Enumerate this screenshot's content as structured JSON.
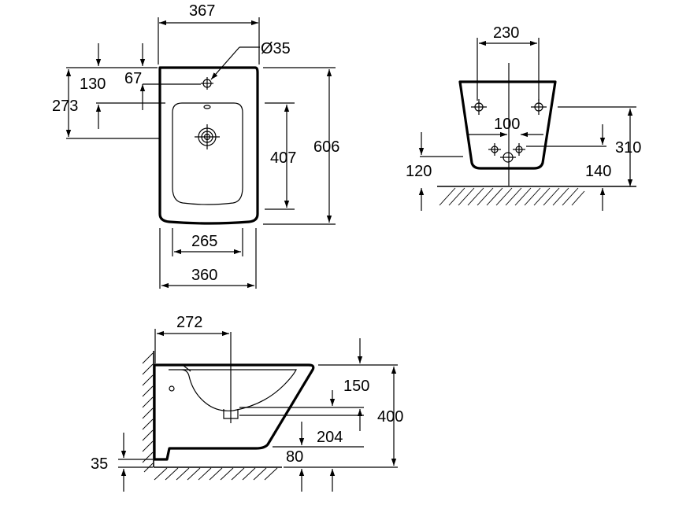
{
  "top_view": {
    "dims": {
      "width_top": "367",
      "hole_diameter": "Ø35",
      "dim_67": "67",
      "dim_130": "130",
      "dim_273": "273",
      "dim_407": "407",
      "dim_606": "606",
      "dim_265": "265",
      "dim_360": "360"
    }
  },
  "back_view": {
    "dims": {
      "dim_230": "230",
      "dim_100": "100",
      "dim_310": "310",
      "dim_120": "120",
      "dim_140": "140"
    }
  },
  "side_view": {
    "dims": {
      "dim_272": "272",
      "dim_150": "150",
      "dim_400": "400",
      "dim_204": "204",
      "dim_80": "80",
      "dim_35": "35"
    }
  }
}
